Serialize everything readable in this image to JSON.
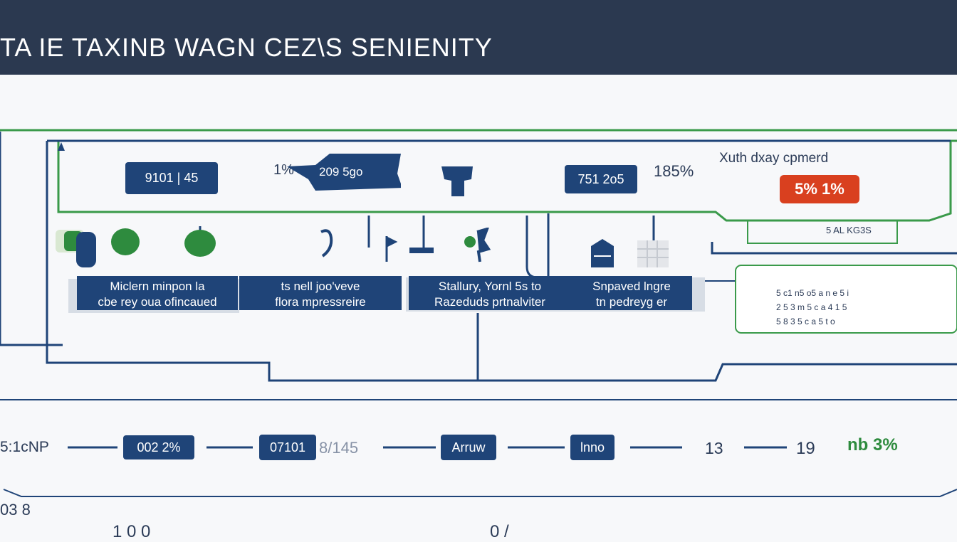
{
  "title": "TA IE TAXINB  WAGN  CEZ\\S  SENIENITY",
  "top_row": {
    "pill1": "9101 | 45",
    "pct1": "1%",
    "arrow_label": "209 5go",
    "pill2": "751 2o5",
    "pct2": "185%",
    "note": "Xuth dxay cpmerd",
    "badge": "5% 1%",
    "small_caption": "5 AL KG3S"
  },
  "bands": [
    {
      "line1": "Miclern minpon la",
      "line2": "cbe rey oua ofincaued"
    },
    {
      "line1": "ts nell joo'veve",
      "line2": "flora mpressreire"
    },
    {
      "line1": "Stallury, Yornl 5s to",
      "line2": "Razeduds prtnalviter"
    },
    {
      "line1": "Snpaved lngre",
      "line2": "tn pedreyg er"
    }
  ],
  "side_card": {
    "rows": [
      "5 c1 n5 o5 a n e 5 i",
      "2 5 3 m 5 c a 4 1 5",
      "5 8 3 5 c a 5 t o"
    ]
  },
  "bottom_row": {
    "left_label": "5:1cNP",
    "pill1": "002 2%",
    "pill2": "07101",
    "label2": "8/145",
    "pill3": "Arruw",
    "pill4": "lnno",
    "num1": "13",
    "num2": "19",
    "green_label": "nb 3%"
  },
  "footer": {
    "left_label": "03 8",
    "partial1": "1 0 0",
    "partial2": "0 /"
  },
  "colors": {
    "navy": "#1f4478",
    "green": "#2e8b3e",
    "red": "#d9401f",
    "header": "#2b3950"
  }
}
